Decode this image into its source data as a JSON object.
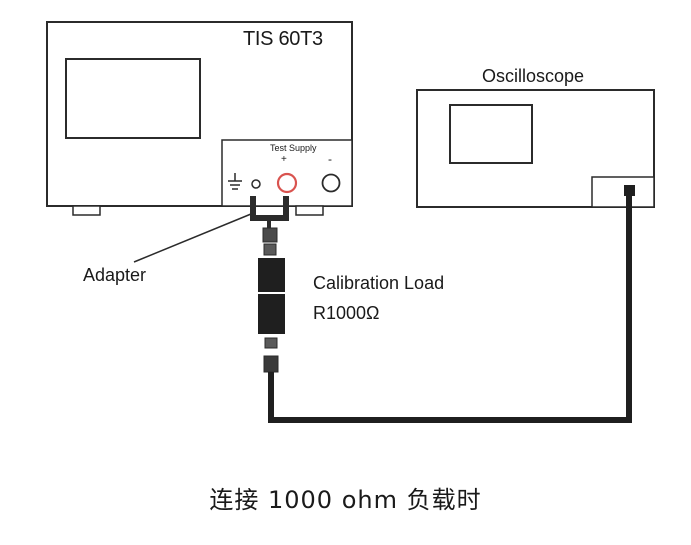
{
  "instrument": {
    "name": "TIS 60T3",
    "panel_label": "Test Supply",
    "plus": "+",
    "minus": "-"
  },
  "scope": {
    "name": "Oscilloscope"
  },
  "adapter": {
    "label": "Adapter"
  },
  "load": {
    "label": "Calibration Load",
    "value": "R1000Ω"
  },
  "caption": "连接 1000 ohm 负载时"
}
